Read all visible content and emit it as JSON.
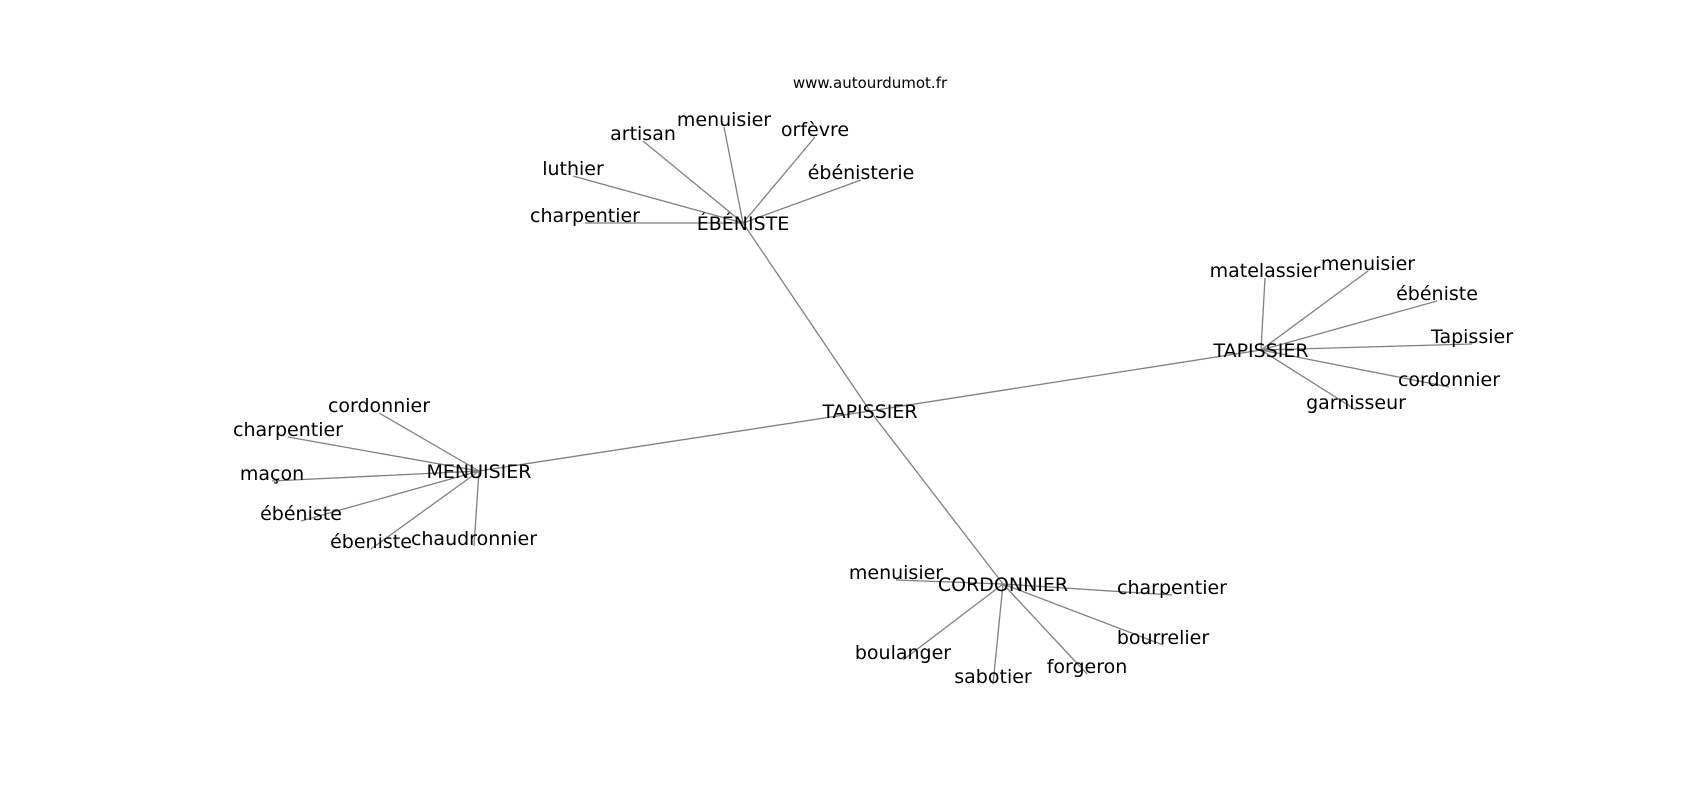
{
  "site": "www.autourdumot.fr",
  "center": "TAPISSIER",
  "groups": [
    {
      "id": "ebeniste",
      "label": "ÉBÉNISTE",
      "leaves": [
        "charpentier",
        "luthier",
        "artisan",
        "menuisier",
        "orfèvre",
        "ébénisterie"
      ]
    },
    {
      "id": "tapissier",
      "label": "TAPISSIER",
      "leaves": [
        "matelassier",
        "menuisier",
        "ébéniste",
        "Tapissier",
        "cordonnier",
        "garnisseur"
      ]
    },
    {
      "id": "menuisier",
      "label": "MENUISIER",
      "leaves": [
        "cordonnier",
        "charpentier",
        "maçon",
        "ébéniste",
        "ébeniste",
        "chaudronnier"
      ]
    },
    {
      "id": "cordonnier",
      "label": "CORDONNIER",
      "leaves": [
        "menuisier",
        "charpentier",
        "bourrelier",
        "forgeron",
        "sabotier",
        "boulanger"
      ]
    }
  ]
}
